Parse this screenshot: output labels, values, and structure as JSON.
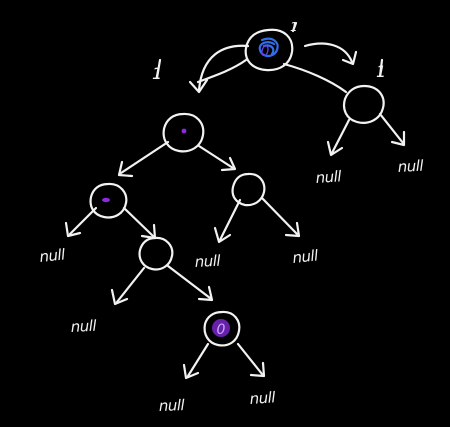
{
  "diagram": {
    "colors": {
      "background": "#000000",
      "stroke": "#f2f2f2",
      "root_scribble": "#2f6fe8",
      "root_digit": "#6b3cf0",
      "highlight": "#8a2be2"
    },
    "root": {
      "digit": "0",
      "left_edge_label": "1",
      "right_edge_label": "1",
      "top_label": "1"
    },
    "target_node": {
      "digit": "0"
    },
    "null_label": "null"
  }
}
